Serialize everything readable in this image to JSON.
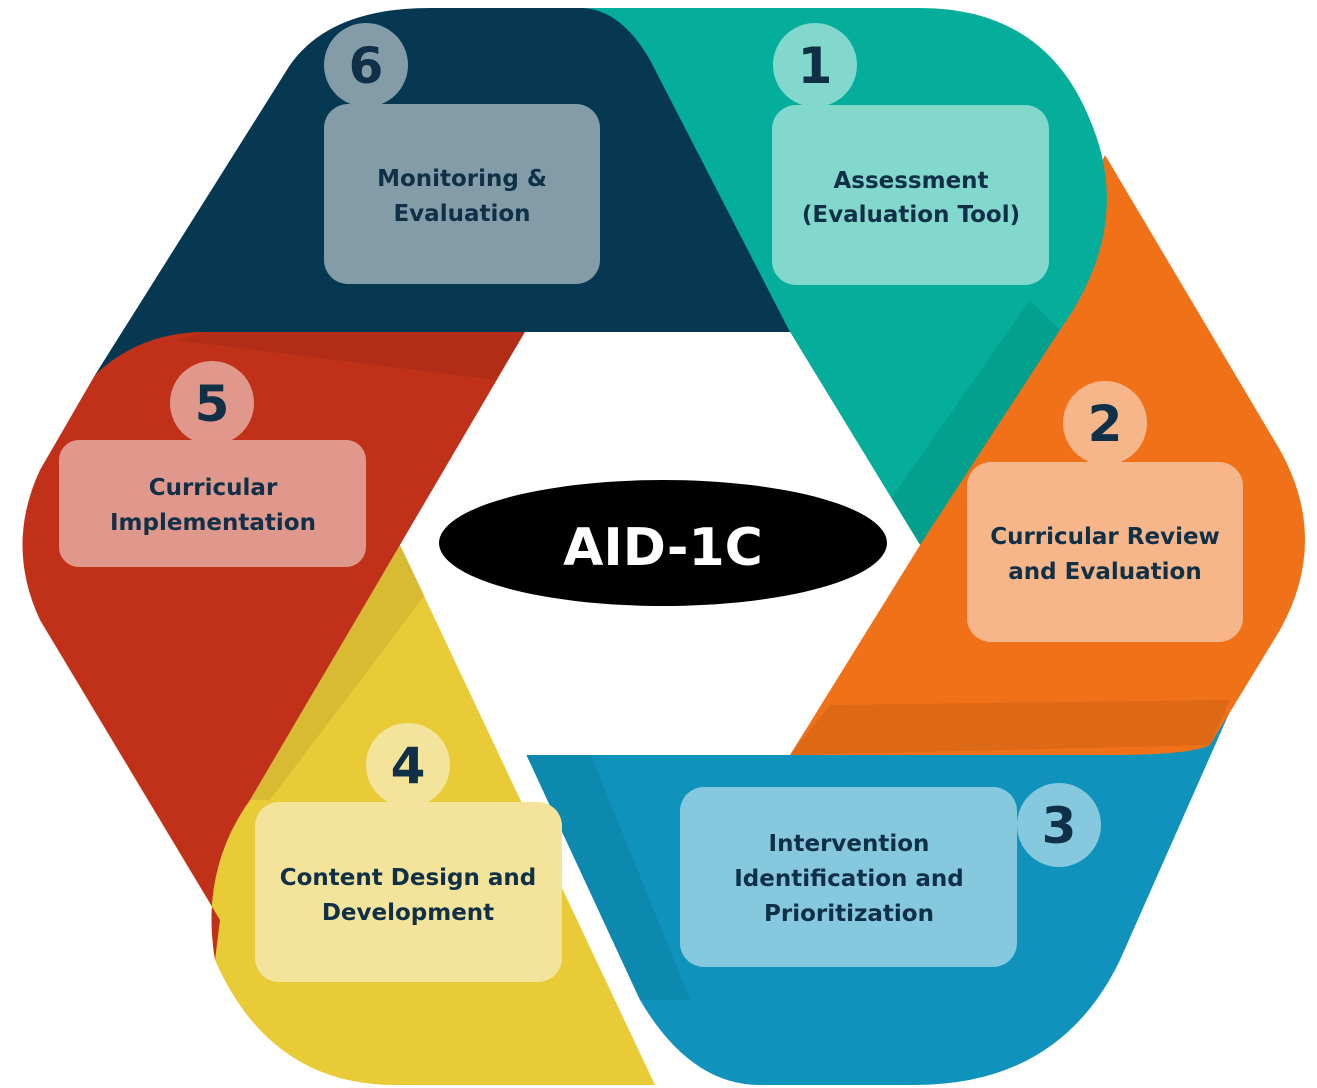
{
  "center": {
    "label": "AID-1C",
    "fill": "#000000",
    "text_color": "#ffffff"
  },
  "steps": [
    {
      "number": "1",
      "lines": [
        "Assessment",
        "(Evaluation Tool)"
      ],
      "color": "#04ae9b",
      "box_color": "#82d8cc"
    },
    {
      "number": "2",
      "lines": [
        "Curricular Review",
        "and Evaluation"
      ],
      "color": "#f07118",
      "box_color": "#f7b58a"
    },
    {
      "number": "3",
      "lines": [
        "Intervention",
        "Identification and",
        "Prioritization"
      ],
      "color": "#0f93bc",
      "box_color": "#86c9df"
    },
    {
      "number": "4",
      "lines": [
        "Content Design and",
        "Development"
      ],
      "color": "#e9ca37",
      "box_color": "#f4e49b"
    },
    {
      "number": "5",
      "lines": [
        "Curricular",
        "Implementation"
      ],
      "color": "#c13119",
      "box_color": "#e0978c"
    },
    {
      "number": "6",
      "lines": [
        "Monitoring &",
        "Evaluation"
      ],
      "color": "#063852",
      "box_color": "#839ca8"
    }
  ],
  "text_color": "#0f3047"
}
